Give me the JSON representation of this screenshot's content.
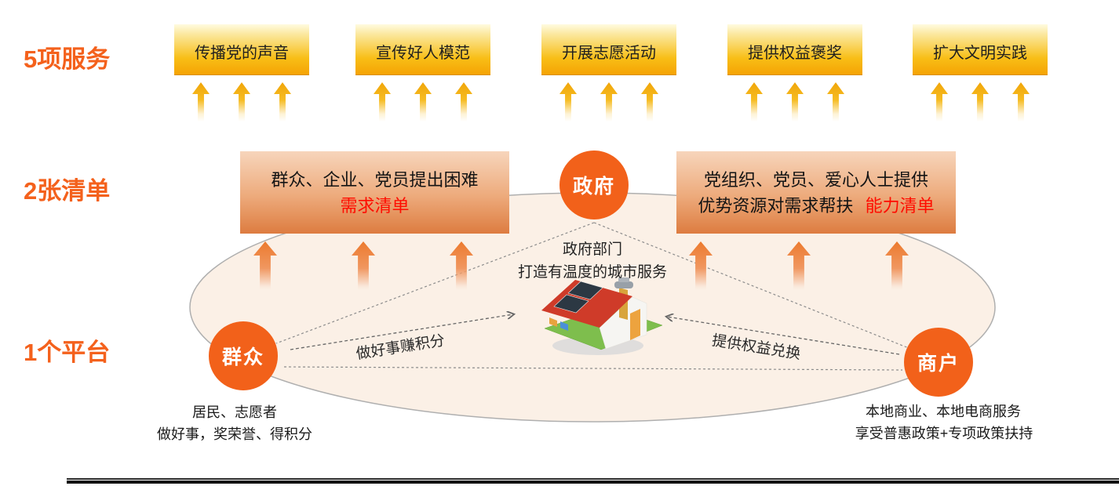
{
  "row_labels": {
    "services": "5项服务",
    "lists": "2张清单",
    "platform": "1个平台"
  },
  "services": {
    "items": [
      {
        "label": "传播党的声音"
      },
      {
        "label": "宣传好人模范"
      },
      {
        "label": "开展志愿活动"
      },
      {
        "label": "提供权益褒奖"
      },
      {
        "label": "扩大文明实践"
      }
    ]
  },
  "lists": {
    "demand": {
      "line1": "群众、企业、党员提出困难",
      "highlight": "需求清单"
    },
    "capability": {
      "line1": "党组织、党员、爱心人士提供",
      "line2": "优势资源对需求帮扶",
      "highlight": "能力清单"
    }
  },
  "platform": {
    "government": {
      "label": "政府",
      "dept_line1": "政府部门",
      "dept_line2": "打造有温度的城市服务"
    },
    "masses": {
      "label": "群众",
      "caption1": "居民、志愿者",
      "caption2": "做好事，奖荣誉、得积分",
      "flow_label": "做好事赚积分"
    },
    "merchants": {
      "label": "商户",
      "caption1": "本地商业、本地电商服务",
      "caption2": "享受普惠政策+专项政策扶持",
      "flow_label": "提供权益兑换"
    }
  },
  "colors": {
    "accent_orange": "#F2611A",
    "gold": "#F5A304",
    "deep_orange": "#ED7D31",
    "red_text": "#FF0C00",
    "ellipse_fill": "#FBF0E6"
  }
}
